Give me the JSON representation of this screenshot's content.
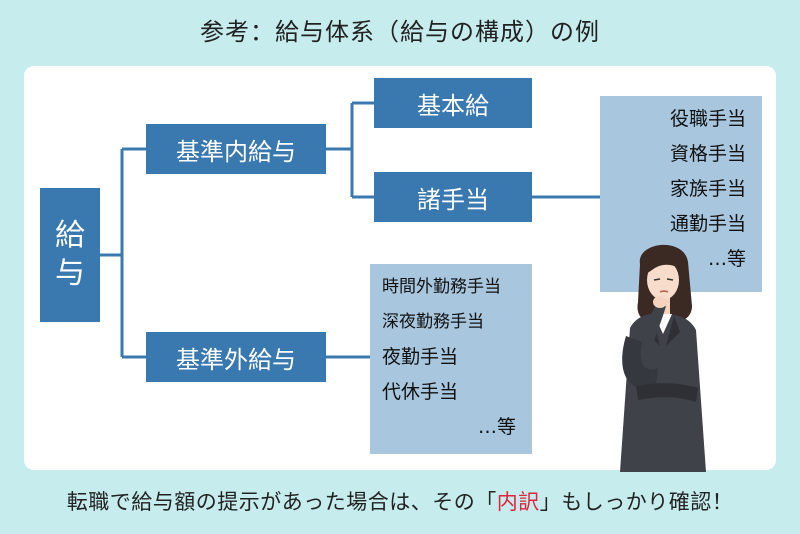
{
  "title": "参考：給与体系（給与の構成）の例",
  "root": {
    "line1": "給",
    "line2": "与"
  },
  "level1": {
    "standard": "基準内給与",
    "non_standard": "基準外給与"
  },
  "level2": {
    "base": "基本給",
    "allowances": "諸手当"
  },
  "allowance_list": {
    "items": [
      "役職手当",
      "資格手当",
      "家族手当",
      "通勤手当"
    ],
    "etc": "…等"
  },
  "non_standard_list": {
    "items": [
      "時間外勤務手当",
      "深夜勤務手当",
      "夜勤手当",
      "代休手当"
    ],
    "etc": "…等"
  },
  "bottom": {
    "before": "転職で給与額の提示があった場合は、その「",
    "emphasis": "内訳",
    "after": "」もしっかり確認！"
  },
  "colors": {
    "background": "#c6ecee",
    "box": "#3a78b0",
    "list": "#a8c6de",
    "line": "#3a78b0",
    "emphasis": "#e0243b"
  }
}
